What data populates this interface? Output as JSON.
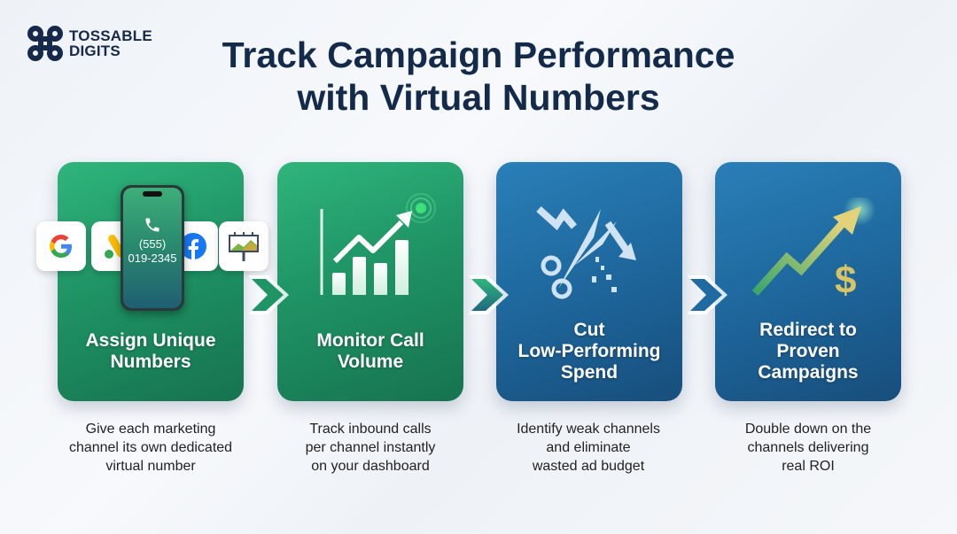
{
  "brand": {
    "line1": "TOSSABLE",
    "line2": "DIGITS"
  },
  "title": {
    "line1": "Track Campaign Performance",
    "line2": "with Virtual Numbers"
  },
  "phone": {
    "number_line1": "(555)",
    "number_line2": "019-2345"
  },
  "steps": [
    {
      "label": "Assign Unique Numbers",
      "label_lines": [
        "Assign Unique",
        "Numbers"
      ],
      "description_lines": [
        "Give each marketing",
        "channel its own dedicated",
        "virtual number"
      ],
      "icon": "phone-with-channel-icons",
      "color": "green"
    },
    {
      "label": "Monitor Call Volume",
      "label_lines": [
        "Monitor Call",
        "Volume"
      ],
      "description_lines": [
        "Track inbound calls",
        "per channel instantly",
        "on your dashboard"
      ],
      "icon": "bar-chart-trend-icon",
      "color": "green"
    },
    {
      "label": "Cut Low-Performing Spend",
      "label_lines": [
        "Cut",
        "Low-Performing",
        "Spend"
      ],
      "description_lines": [
        "Identify weak channels",
        "and eliminate",
        "wasted ad budget"
      ],
      "icon": "scissors-cut-trend-icon",
      "color": "blue"
    },
    {
      "label": "Redirect to Proven Campaigns",
      "label_lines": [
        "Redirect to",
        "Proven",
        "Campaigns"
      ],
      "description_lines": [
        "Double down on the",
        "channels delivering",
        "real ROI"
      ],
      "icon": "rising-arrow-dollar-icon",
      "color": "blue"
    }
  ],
  "channel_icons": [
    "google-icon",
    "google-ads-icon",
    "facebook-icon",
    "billboard-icon"
  ],
  "colors": {
    "title": "#142a4a",
    "green": "#1f9465",
    "blue": "#1f6aa0",
    "accent_dot": "#3ee07a"
  }
}
